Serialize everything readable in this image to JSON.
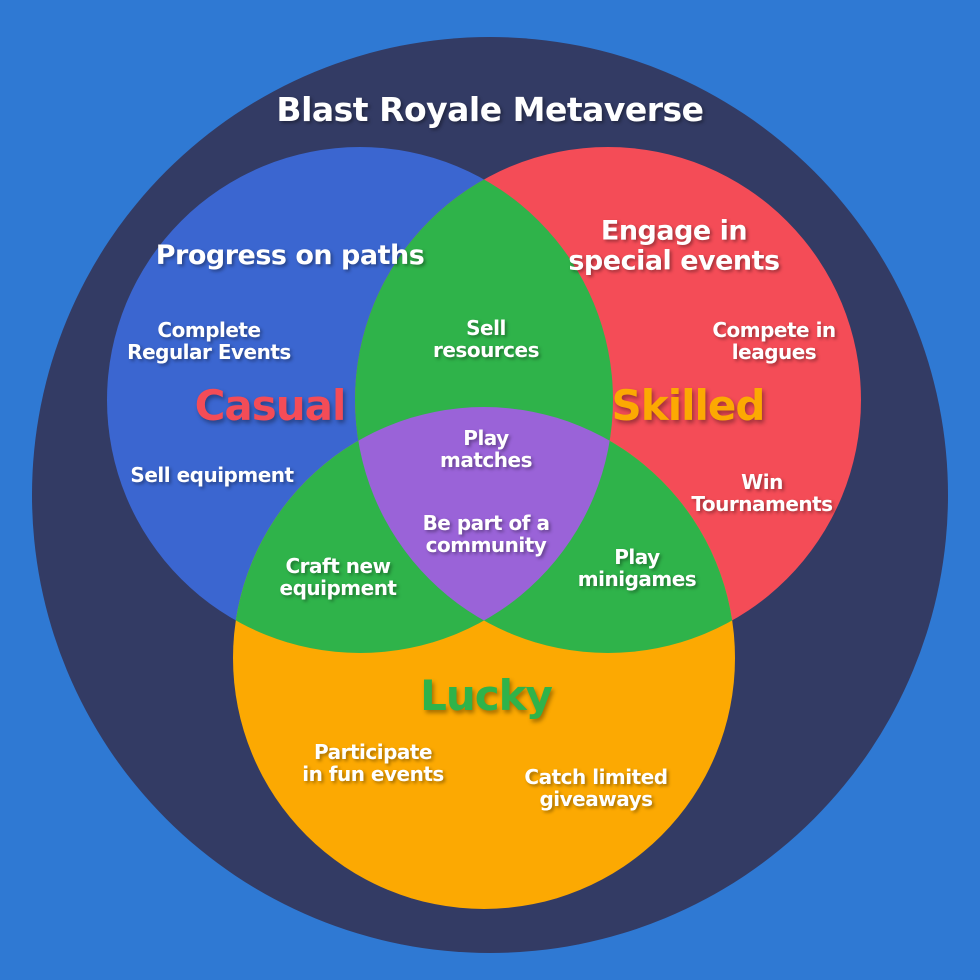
{
  "title": "Blast Royale Metaverse",
  "colors": {
    "background": "#2f79d3",
    "outer_circle": "#333b64",
    "casual": "#3b66d0",
    "skilled": "#f44c57",
    "lucky": "#fca902",
    "overlap": "#2fb34a",
    "center": "#9a63d8",
    "casual_label": "#f44c57",
    "skilled_label": "#fca902",
    "lucky_label": "#2fb34a"
  },
  "circles": {
    "casual": {
      "label": "Casual",
      "heading": "Progress on paths",
      "items": [
        "Complete\nRegular Events",
        "Sell equipment"
      ]
    },
    "skilled": {
      "label": "Skilled",
      "heading": "Engage in\nspecial events",
      "items": [
        "Compete in\nleagues",
        "Win\nTournaments"
      ]
    },
    "lucky": {
      "label": "Lucky",
      "items": [
        "Participate\nin fun events",
        "Catch limited\ngiveaways"
      ]
    }
  },
  "overlaps": {
    "casual_skilled": "Sell\nresources",
    "casual_lucky": "Craft new\nequipment",
    "skilled_lucky": "Play\nminigames",
    "center_top": "Play\nmatches",
    "center_bottom": "Be part of a\ncommunity"
  }
}
